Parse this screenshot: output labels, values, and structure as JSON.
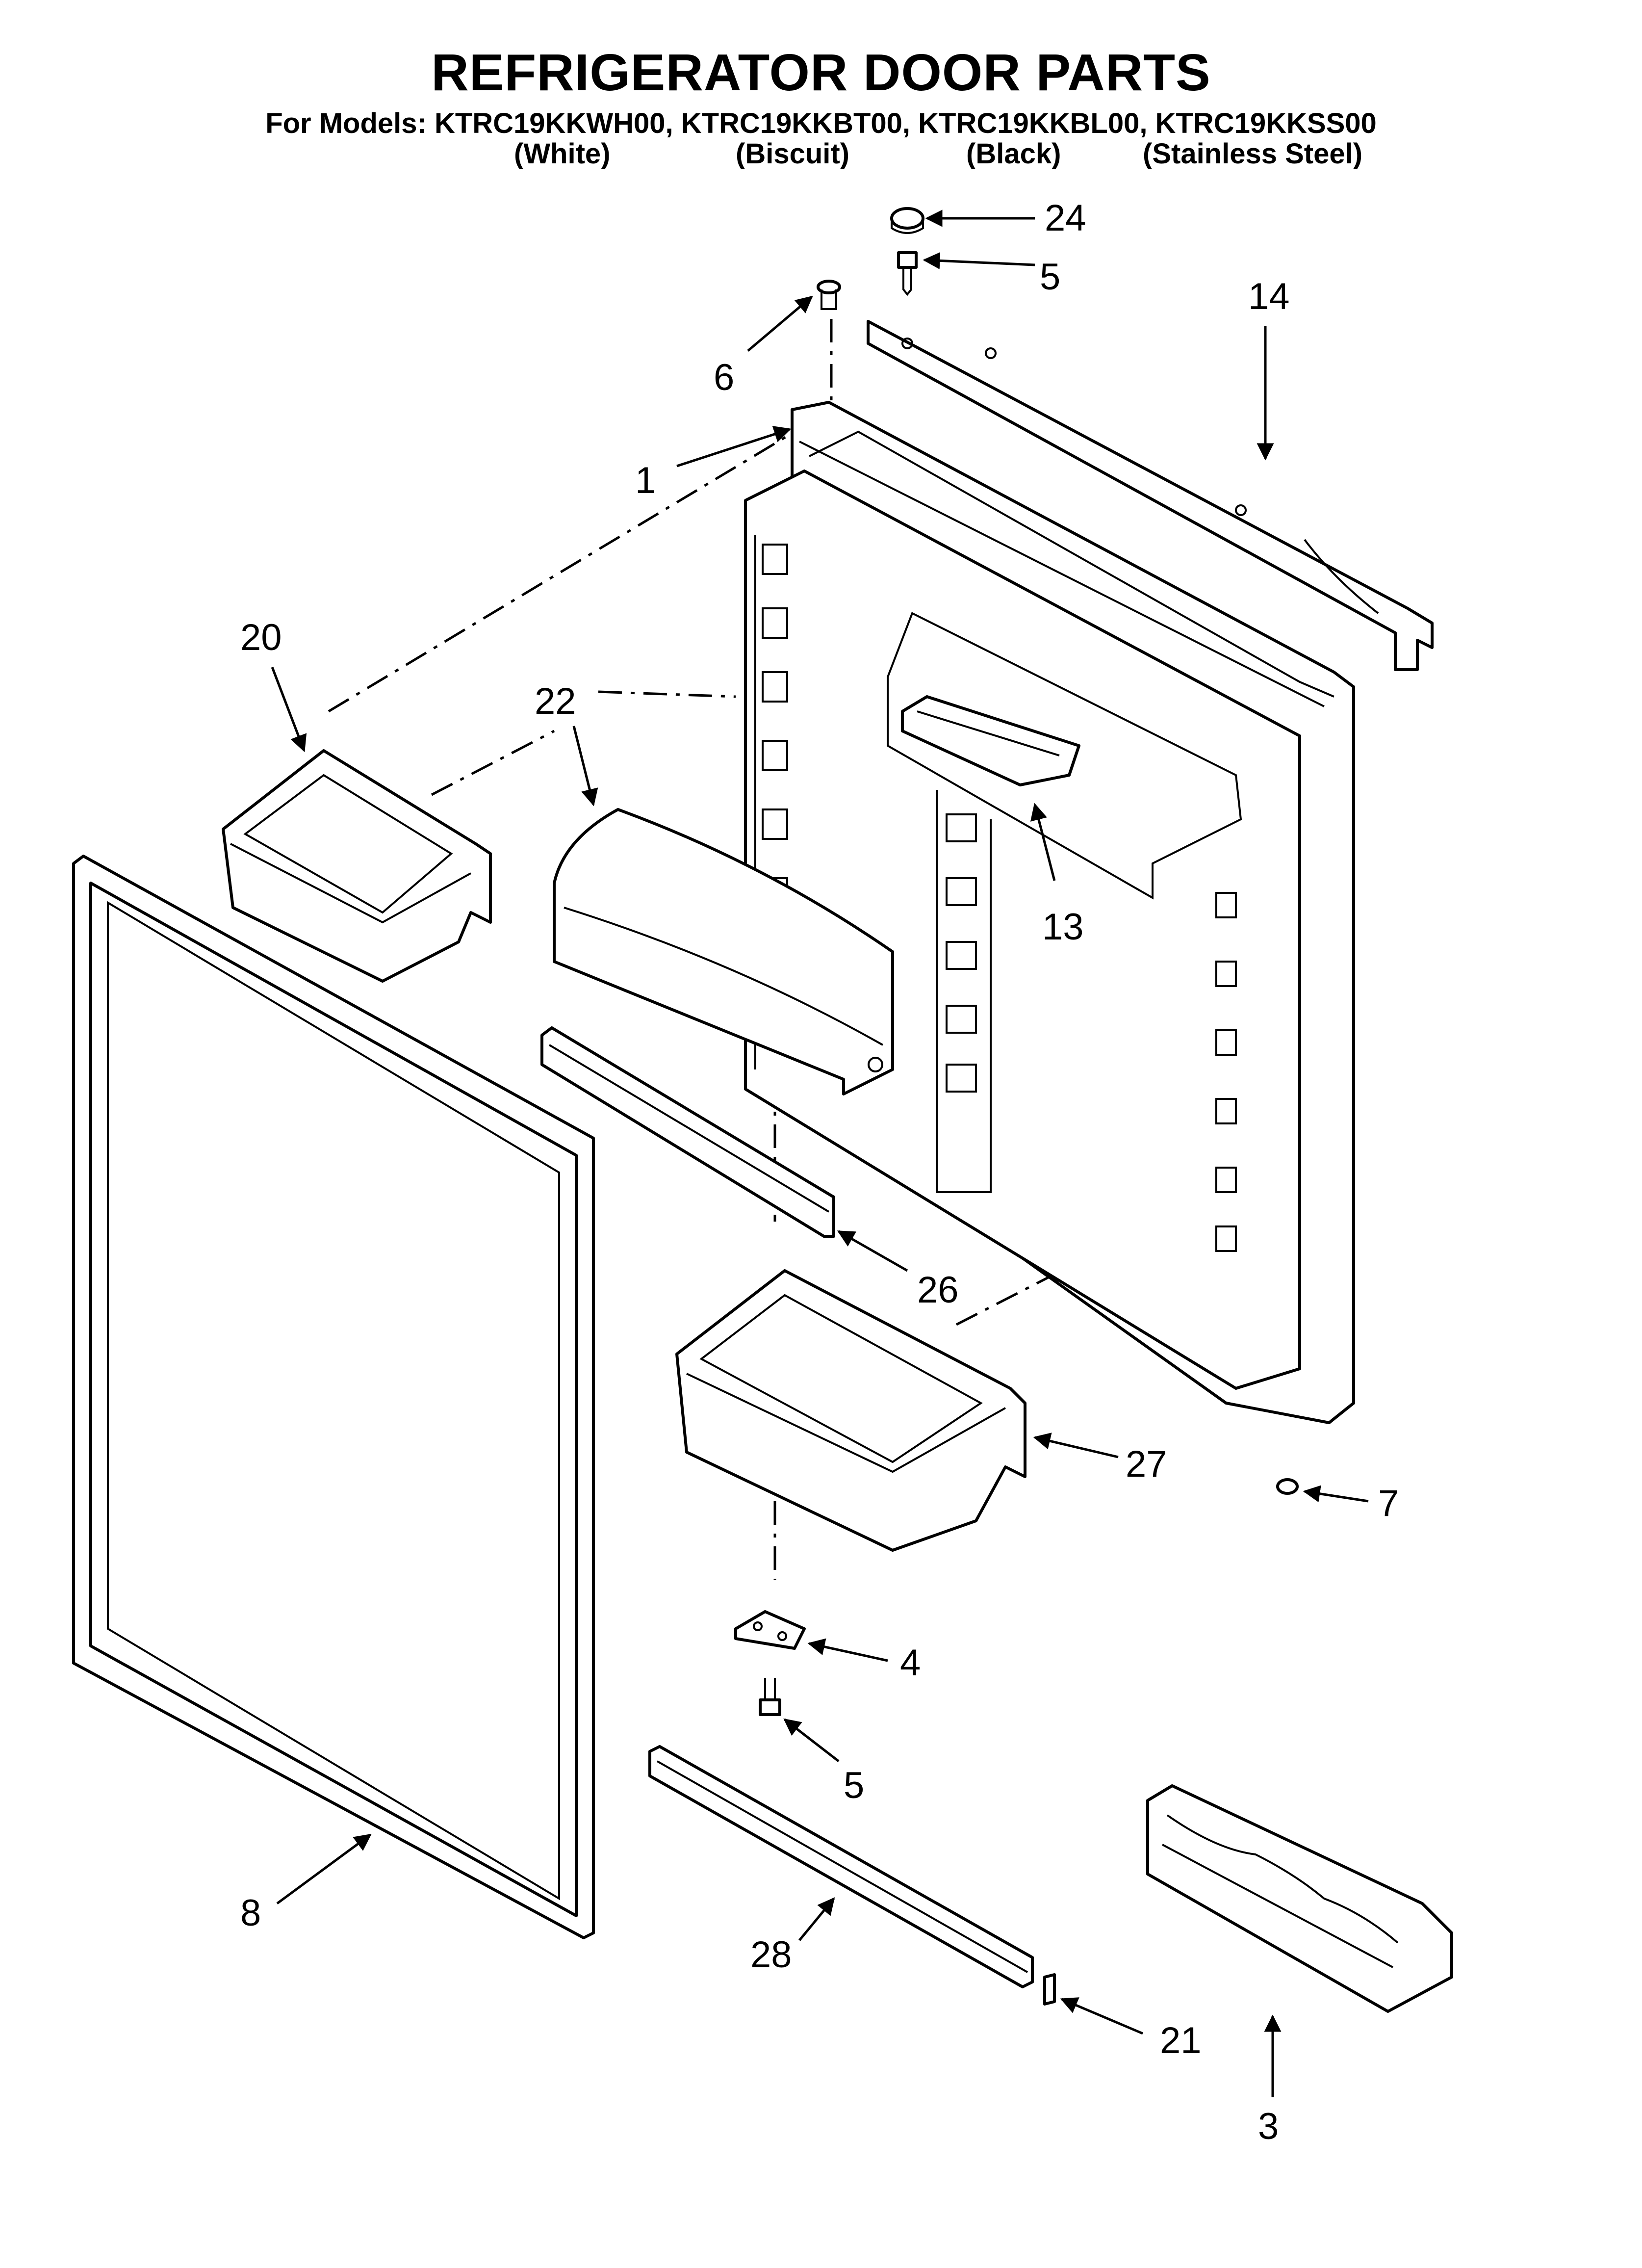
{
  "title": "REFRIGERATOR DOOR PARTS",
  "models_line": "For Models: KTRC19KKWH00, KTRC19KKBT00, KTRC19KKBL00, KTRC19KKSS00",
  "colors": [
    "(White)",
    "(Biscuit)",
    "(Black)",
    "(Stainless Steel)"
  ],
  "callouts": {
    "p24": "24",
    "p5_top": "5",
    "p14": "14",
    "p6": "6",
    "p1": "1",
    "p20": "20",
    "p22": "22",
    "p13": "13",
    "p26": "26",
    "p27": "27",
    "p7": "7",
    "p4": "4",
    "p5_bottom": "5",
    "p8": "8",
    "p28": "28",
    "p21": "21",
    "p3": "3"
  }
}
